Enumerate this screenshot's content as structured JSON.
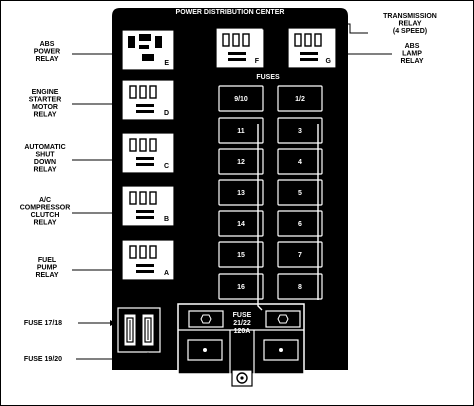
{
  "title": "POWER DISTRIBUTION CENTER",
  "fuses_label": "FUSES",
  "callouts_left": [
    {
      "id": "abs-power-relay",
      "lines": [
        "ABS",
        "POWER",
        "RELAY"
      ]
    },
    {
      "id": "engine-starter-motor-relay",
      "lines": [
        "ENGINE",
        "STARTER",
        "MOTOR",
        "RELAY"
      ]
    },
    {
      "id": "automatic-shut-down-relay",
      "lines": [
        "AUTOMATIC",
        "SHUT",
        "DOWN",
        "RELAY"
      ]
    },
    {
      "id": "ac-compressor-clutch-relay",
      "lines": [
        "A/C",
        "COMPRESSOR",
        "CLUTCH",
        "RELAY"
      ]
    },
    {
      "id": "fuel-pump-relay",
      "lines": [
        "FUEL",
        "PUMP",
        "RELAY"
      ]
    },
    {
      "id": "fuse-17-18",
      "lines": [
        "FUSE 17/18"
      ]
    },
    {
      "id": "fuse-19-20",
      "lines": [
        "FUSE 19/20"
      ]
    }
  ],
  "callouts_right": [
    {
      "id": "transmission-relay",
      "lines": [
        "TRANSMISSION",
        "RELAY",
        "(4 SPEED)"
      ]
    },
    {
      "id": "abs-lamp-relay",
      "lines": [
        "ABS",
        "LAMP",
        "RELAY"
      ]
    }
  ],
  "relays_left": [
    "E",
    "D",
    "C",
    "B",
    "A"
  ],
  "relays_top": [
    "F",
    "G"
  ],
  "fuses_col1": [
    "9/10",
    "11",
    "12",
    "13",
    "14",
    "15",
    "16"
  ],
  "fuses_col2": [
    "1/2",
    "3",
    "4",
    "5",
    "6",
    "7",
    "8"
  ],
  "main_fuse": [
    "FUSE",
    "21/22",
    "120A"
  ],
  "colors": {
    "ink": "#000000",
    "paper": "#ffffff"
  }
}
